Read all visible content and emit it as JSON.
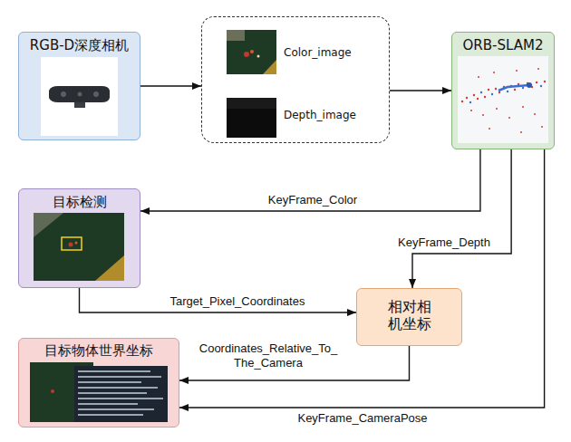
{
  "diagram": {
    "nodes": [
      {
        "text": [
          "RGB-D深度相机"
        ]
      },
      {
        "text": [
          "Color_image",
          "Depth_image"
        ]
      },
      {
        "text": [
          "ORB-SLAM2"
        ]
      },
      {
        "text": [
          "目标检测"
        ]
      },
      {
        "text": [
          "相对相机坐标"
        ]
      },
      {
        "text": [
          "目标物体世界坐标"
        ]
      }
    ],
    "edges": [
      {
        "from": 0,
        "to": 1,
        "arrow": "to"
      },
      {
        "from": 1,
        "to": 2,
        "arrow": "to"
      },
      {
        "from": 2,
        "to": 3,
        "label": "KeyFrame_Color",
        "arrow": "to"
      },
      {
        "from": 2,
        "to": 4,
        "label": "KeyFrame_Depth",
        "arrow": "to"
      },
      {
        "from": 3,
        "to": 4,
        "label": "Target_Pixel_Coordinates",
        "arrow": "to"
      },
      {
        "from": 4,
        "to": 5,
        "label": "Coordinates_Relative_To_ The_Camera",
        "arrow": "to"
      },
      {
        "from": 2,
        "to": 5,
        "label": "KeyFrame_CameraPose",
        "arrow": "to"
      }
    ]
  }
}
